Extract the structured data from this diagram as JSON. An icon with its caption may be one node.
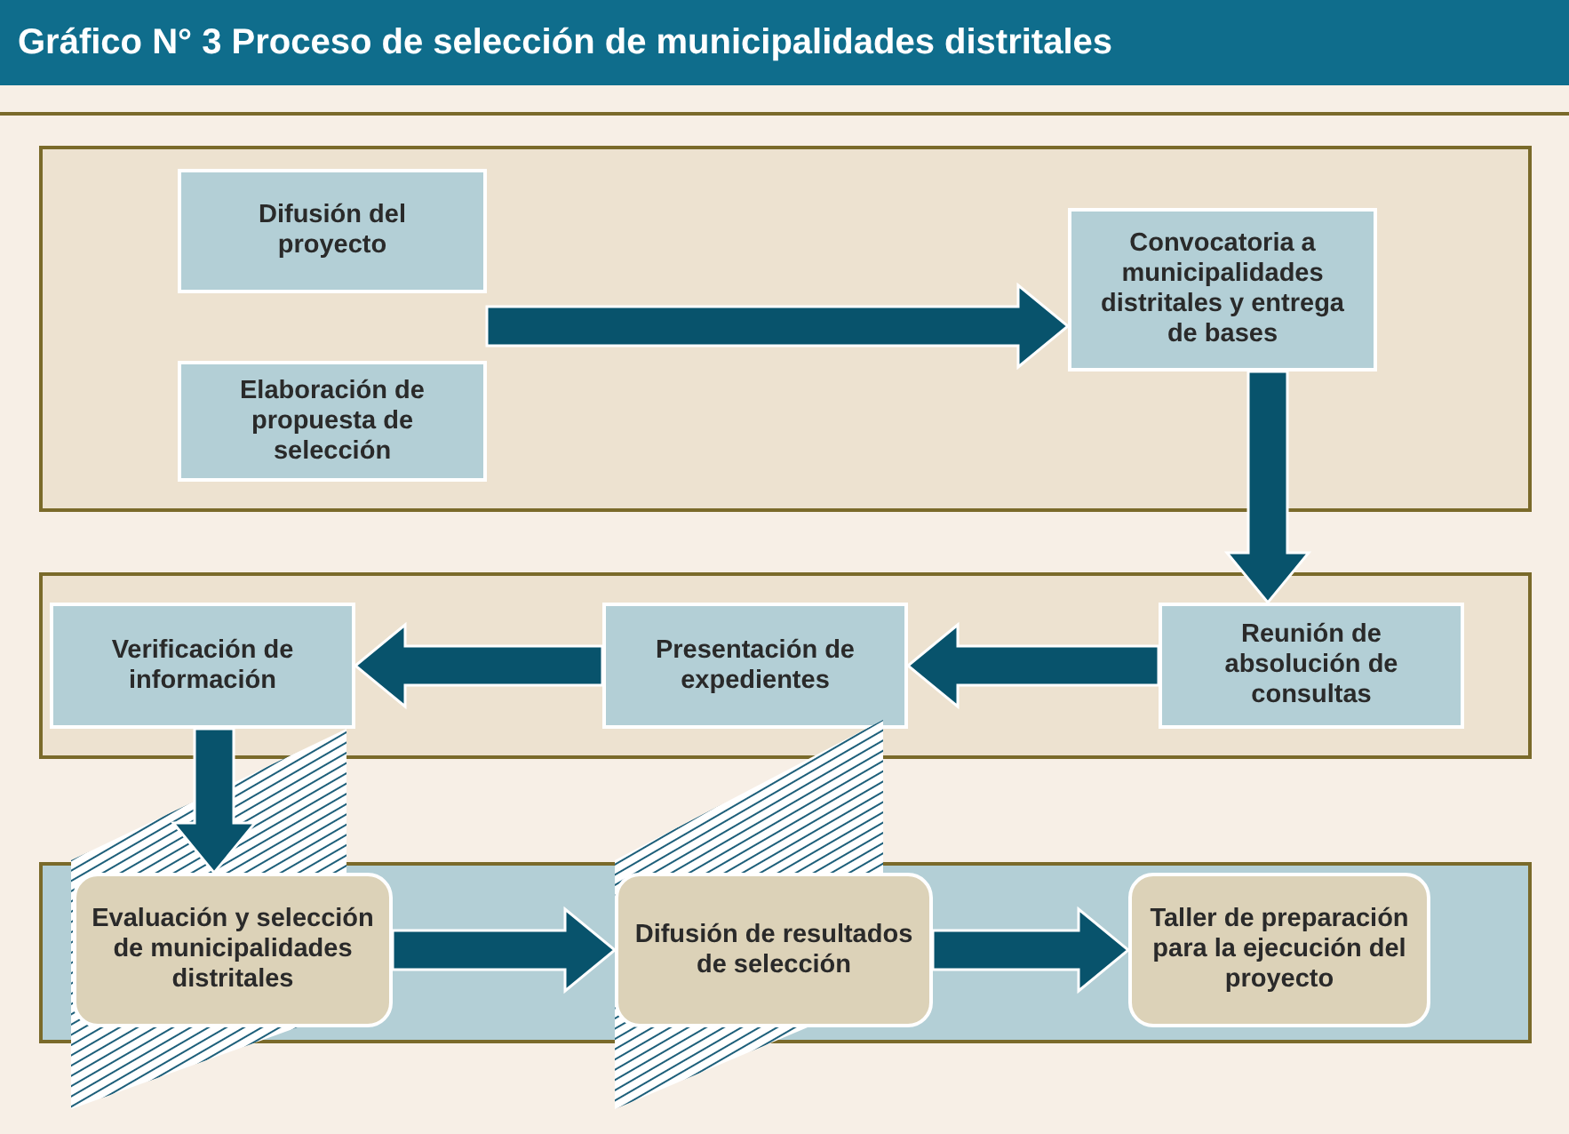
{
  "diagram": {
    "title": "Gráfico N° 3 Proceso de selección de municipalidades distritales",
    "nodes": [
      {
        "text": [],
        "shape": "box"
      },
      {
        "text": [
          "Difusión del proyecto"
        ],
        "in": 0
      },
      {
        "text": [
          "Elaboración de propuesta de selección"
        ],
        "in": 0
      },
      {
        "text": [
          "Convocatoria a municipalidades distritales y entrega de bases"
        ],
        "in": 0
      },
      {
        "text": [],
        "shape": "box"
      },
      {
        "text": [
          "Verificación de información"
        ],
        "in": 4
      },
      {
        "text": [
          "Presentación de expedientes"
        ],
        "in": 4
      },
      {
        "text": [
          "Reunión de absolución de consultas"
        ],
        "in": 4
      },
      {
        "text": [],
        "shape": "box"
      },
      {
        "text": [
          "Evaluación y selección de municipalidades distritales"
        ],
        "in": 8
      },
      {
        "text": [
          "Difusión de resultados de selección"
        ],
        "in": 8
      },
      {
        "text": [
          "Taller de preparación para la ejecución del proyecto"
        ],
        "in": 8
      }
    ],
    "edges": [
      {
        "from": 1,
        "to": 3,
        "arrow": "to"
      },
      {
        "from": 2,
        "to": 3,
        "arrow": "to"
      },
      {
        "from": 3,
        "to": 7,
        "arrow": "to"
      },
      {
        "from": 7,
        "to": 6,
        "arrow": "to"
      },
      {
        "from": 6,
        "to": 5,
        "arrow": "to"
      },
      {
        "from": 5,
        "to": 9,
        "arrow": "to"
      },
      {
        "from": 9,
        "to": 10,
        "arrow": "to"
      },
      {
        "from": 10,
        "to": 11,
        "arrow": "to"
      }
    ]
  }
}
